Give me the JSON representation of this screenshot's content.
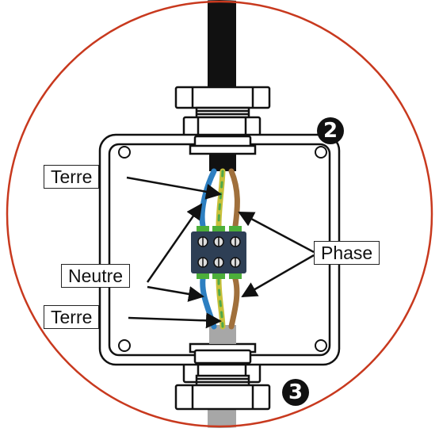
{
  "labels": {
    "terre_top": "Terre",
    "neutre": "Neutre",
    "terre_bottom": "Terre",
    "phase": "Phase"
  },
  "badges": {
    "top": "2",
    "bottom": "3"
  },
  "colors": {
    "circle": "#c8391e",
    "outline": "#111111",
    "cable_top": "#111111",
    "cable_bottom": "#a7a7a7",
    "neutral_wire": "#2d7fc1",
    "earth_wire": "#c8c03a",
    "earth_stripe": "#4fa84a",
    "phase_wire": "#a0703c",
    "terminal_body": "#2e3f55",
    "terminal_clip": "#4caf3a"
  }
}
